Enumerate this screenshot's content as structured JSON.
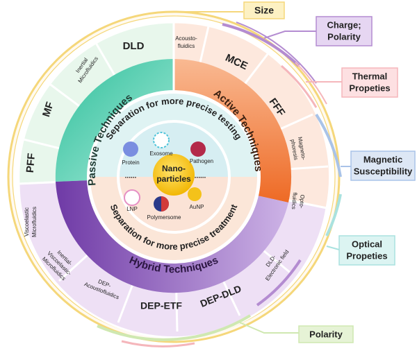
{
  "center": {
    "title_line1": "Nano-",
    "title_line2": "particles"
  },
  "inner": {
    "top_title": "Separation for more precise testing",
    "bottom_title": "Separation for more precise treatment",
    "particles": [
      "Protein",
      "Exosome",
      "Pathogen",
      "LNP",
      "Polymersome",
      "AuNP"
    ],
    "dots": "......"
  },
  "categories": {
    "passive": "Passive Techniques",
    "active": "Active Techniques",
    "hybrid": "Hybrid Techniques"
  },
  "techniques": {
    "dld": "DLD",
    "inertial_1": "Inertial",
    "inertial_2": "Microfluidics",
    "mf": "MF",
    "pff": "PFF",
    "visco_1": "Viscoelastic",
    "visco_2": "Microfluidics",
    "acousto_1": "Acousto-",
    "acousto_2": "fluidics",
    "mce": "MCE",
    "fff": "FFF",
    "magneto_1": "Magneto-",
    "magneto_2": "phoresis",
    "opto_1": "Opto-",
    "opto_2": "fluidics",
    "dld_elec_1": "DLD-",
    "dld_elec_2": "Electronic field",
    "dep_dld": "DEP-DLD",
    "dep_etf": "DEP-ETF",
    "dep_acousto_1": "DEP-",
    "dep_acousto_2": "Acoustofluidics",
    "ivm_1": "Inertial-",
    "ivm_2": "Viscoelastic-",
    "ivm_3": "Microfluidics"
  },
  "properties": {
    "size": "Size",
    "charge_1": "Charge;",
    "charge_2": "Polarity",
    "thermal_1": "Thermal",
    "thermal_2": "Propeties",
    "magnetic_1": "Magnetic",
    "magnetic_2": "Susceptibility",
    "optical_1": "Optical",
    "optical_2": "Propeties",
    "polarity": "Polarity"
  },
  "colors": {
    "yellow": "#fbe8a6",
    "purple": "#b48cd1",
    "pink": "#f5b6bb",
    "blue": "#a9c3e8",
    "teal": "#a9e2df",
    "green": "#cfe8b1",
    "passive_band": "#5fd0b6",
    "active_band": "#f47c3c",
    "hybrid_band": "#8855b8"
  }
}
